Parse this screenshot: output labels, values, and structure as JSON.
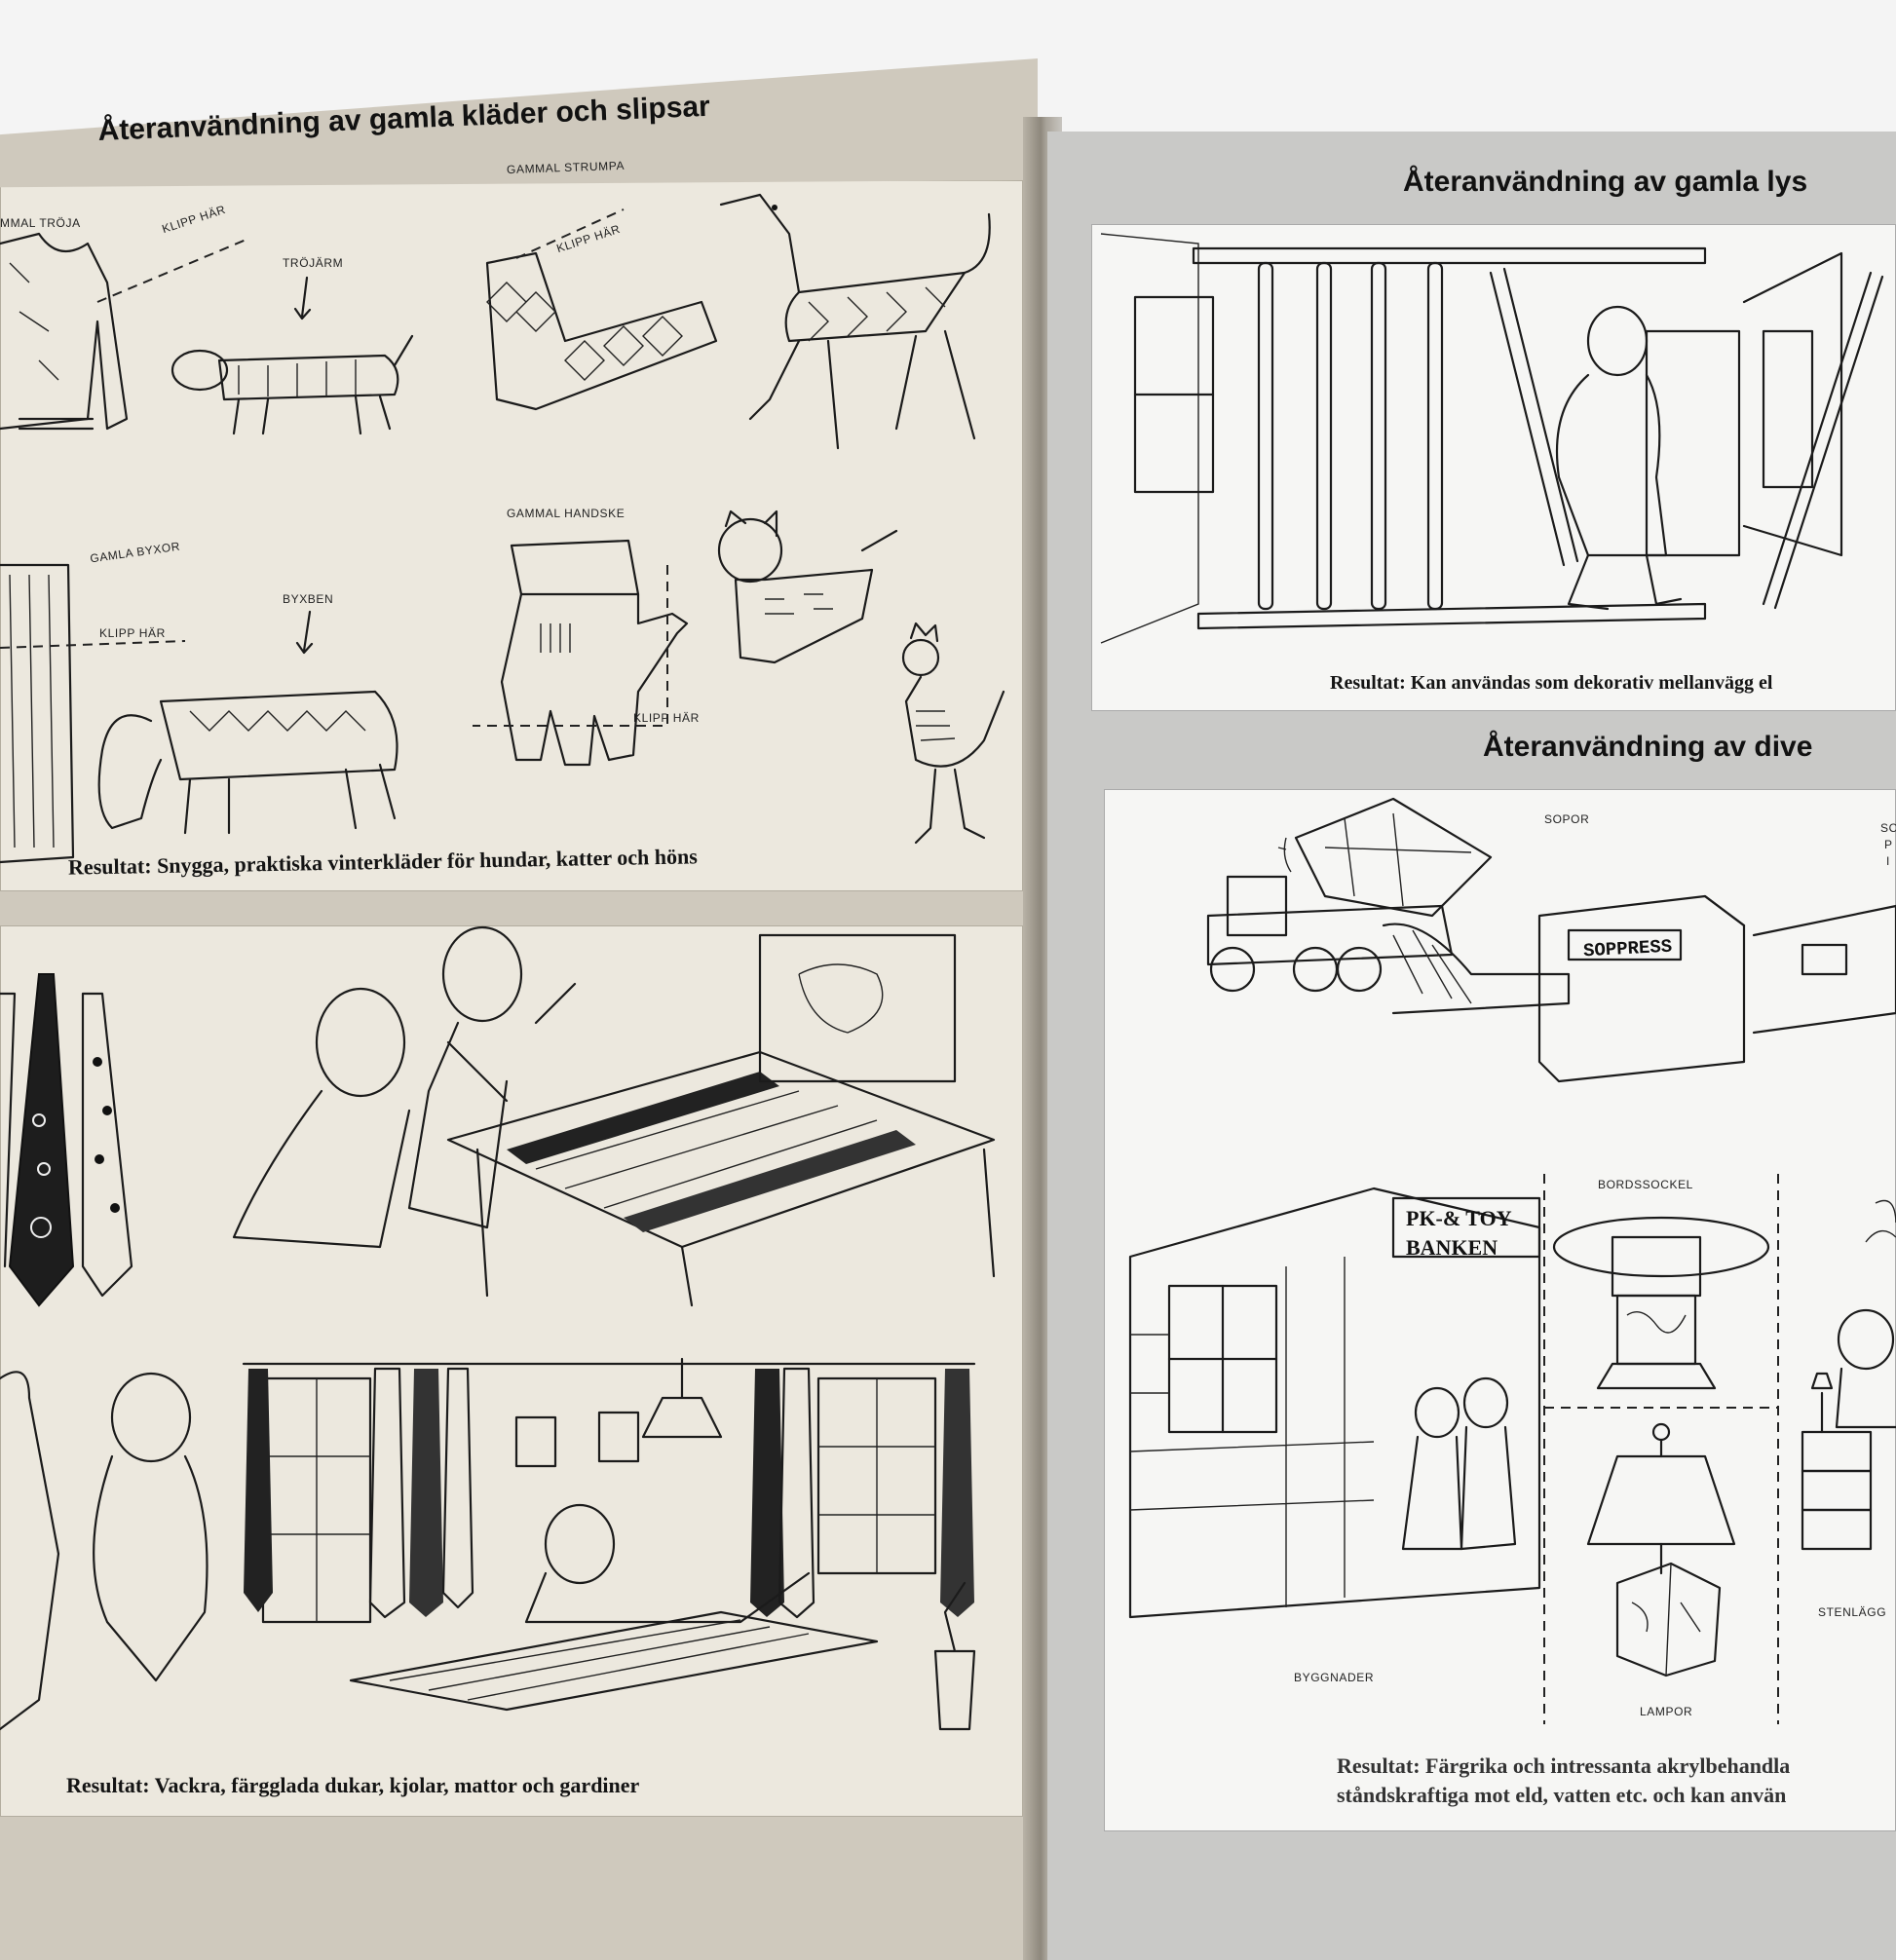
{
  "left_page": {
    "title": "Återanvändning av gamla kläder och slipsar",
    "labels": {
      "sweater": "MMAL TRÖJA",
      "cut_sweater": "KLIPP HÄR",
      "sleeve": "TRÖJÄRM",
      "sock": "GAMMAL STRUMPA",
      "cut_sock": "KLIPP HÄR",
      "trousers": "GAMLA BYXOR",
      "cut_trousers": "KLIPP HÄR",
      "trouser_leg": "BYXBEN",
      "glove": "GAMMAL HANDSKE",
      "cut_glove": "KLIPP HÄR"
    },
    "result_clothes": "Resultat: Snygga, praktiska vinterkläder för hundar, katter och höns",
    "result_ties": "Resultat: Vackra, färgglada dukar, kjolar, mattor och gardiner"
  },
  "right_page": {
    "title_lamps": "Återanvändning av gamla lys",
    "result_lamps": "Resultat: Kan användas som dekorativ mellanvägg el",
    "title_misc": "Återanvändning av dive",
    "labels": {
      "trash": "SOPOR",
      "trash_side": "SO",
      "trash_side2": "P",
      "trash_side3": "I",
      "press_sign": "SOPPRESS",
      "table_base": "BORDSSOCKEL",
      "bank_sign_1": "PK-& TOY",
      "bank_sign_2": "BANKEN",
      "buildings": "BYGGNADER",
      "lamps": "LAMPOR",
      "paving": "STENLÄGG"
    },
    "result_misc_line1": "Resultat: Färgrika och intressanta akrylbehandla",
    "result_misc_line2": "ståndskraftiga mot eld, vatten etc. och kan använ"
  }
}
